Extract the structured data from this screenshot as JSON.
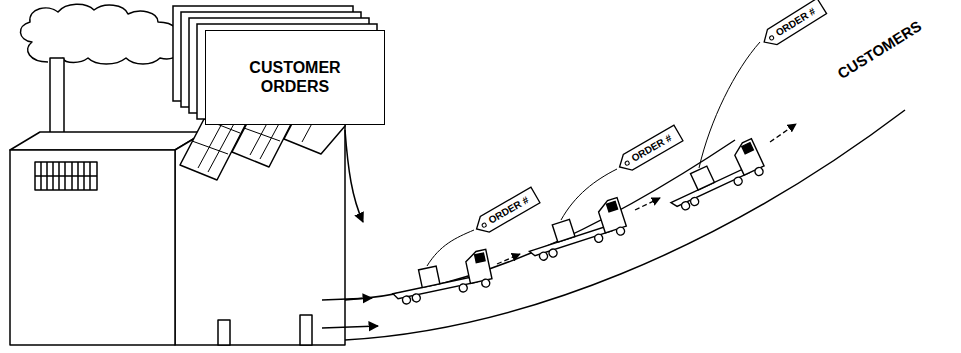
{
  "diagram": {
    "nodes": [
      {
        "text": [
          "CUSTOMER ORDERS"
        ]
      },
      {
        "text": [
          "ORDER #"
        ]
      },
      {
        "text": [
          "ORDER #"
        ]
      },
      {
        "text": [
          "ORDER #"
        ]
      }
    ],
    "labels": [
      "CUSTOMERS"
    ]
  }
}
